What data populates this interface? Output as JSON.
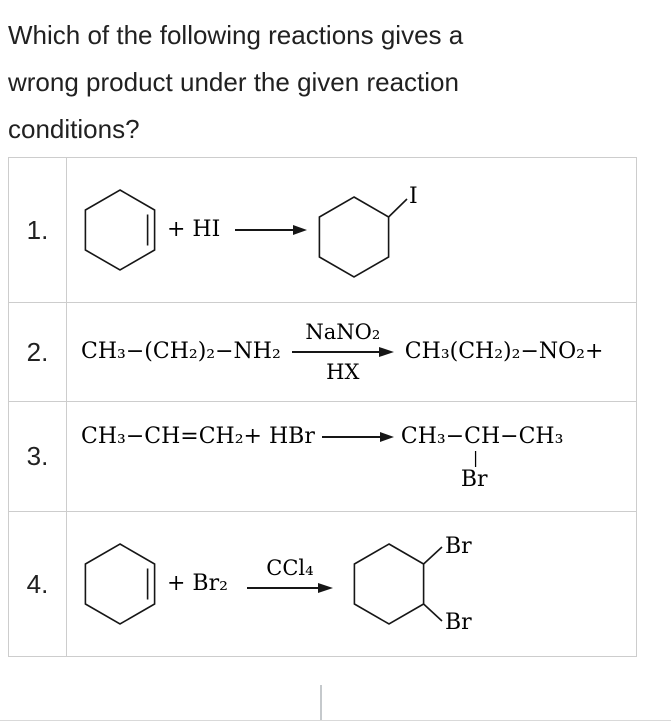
{
  "question": {
    "lines": [
      "Which of the following reactions gives a",
      "wrong product under the given reaction",
      "conditions?"
    ]
  },
  "options": [
    {
      "number": "1.",
      "reagent": "+ HI",
      "product_label": "I"
    },
    {
      "number": "2.",
      "reactant": "CH₃−(CH₂)₂−NH₂",
      "arrow_top": "NaNO₂",
      "arrow_bottom": "HX",
      "product": "CH₃(CH₂)₂−NO₂+"
    },
    {
      "number": "3.",
      "reactant": "CH₃−CH=CH₂+ HBr",
      "product_line1": "CH₃−CH−CH₃",
      "product_bond": "|",
      "product_line2": "Br"
    },
    {
      "number": "4.",
      "reagent": "+ Br₂",
      "arrow_top": "CCl₄",
      "product_label_top": "Br",
      "product_label_bottom": "Br"
    }
  ]
}
